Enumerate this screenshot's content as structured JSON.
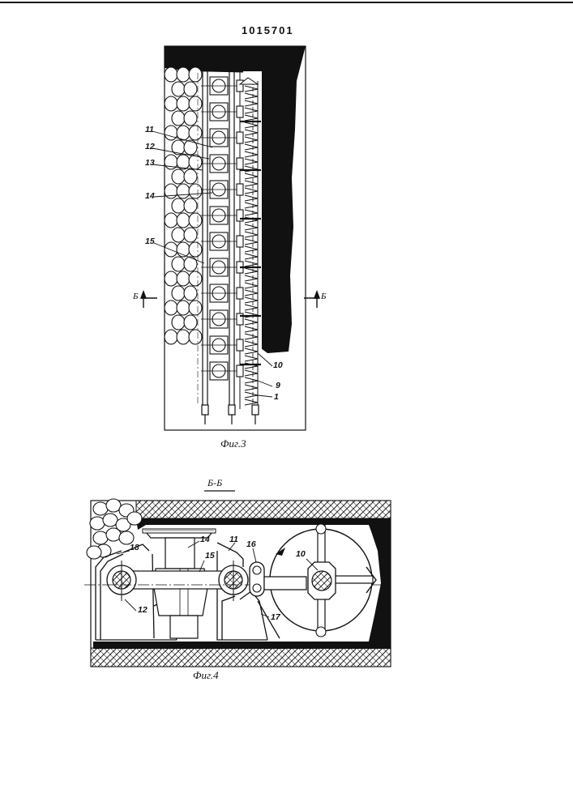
{
  "patent_number": "1015701",
  "figure3": {
    "caption": "Фиг.3",
    "section_marker": "Б",
    "labels": {
      "l11": "11",
      "l12": "12",
      "l13": "13",
      "l14": "14",
      "l15": "15",
      "l10": "10",
      "l9": "9",
      "l1": "1"
    }
  },
  "figure4": {
    "section_title": "Б-Б",
    "caption": "Фиг.4",
    "labels": {
      "l18": "18",
      "l14": "14",
      "l11": "11",
      "l16": "16",
      "l10": "10",
      "l15": "15",
      "l12": "12",
      "l17": "17"
    }
  }
}
